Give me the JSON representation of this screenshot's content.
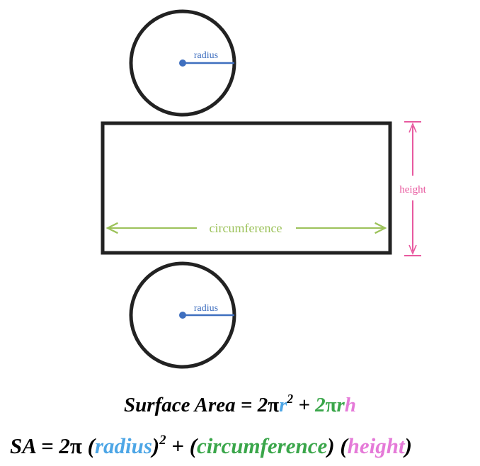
{
  "diagram": {
    "labels": {
      "top_radius": "radius",
      "bottom_radius": "radius",
      "circumference": "circumference",
      "height": "height"
    },
    "colors": {
      "radius": "#3f6fbf",
      "circumference": "#9cc25a",
      "height": "#e8599f",
      "outline": "#222222"
    }
  },
  "formula1": {
    "lhs": "Surface Area = 2",
    "pi1": "π",
    "r1": "r",
    "sq1": "2",
    "plus": " + ",
    "two": "2",
    "pi2": "π",
    "r2": "r",
    "h": "h"
  },
  "formula2": {
    "lhs": "SA = 2",
    "pi": "π",
    "open1": " (",
    "radius": "radius",
    "close1": ")",
    "sq": "2",
    "plus": " + (",
    "circumference": "circumference",
    "mid": ") (",
    "height": "height",
    "close3": ")"
  }
}
